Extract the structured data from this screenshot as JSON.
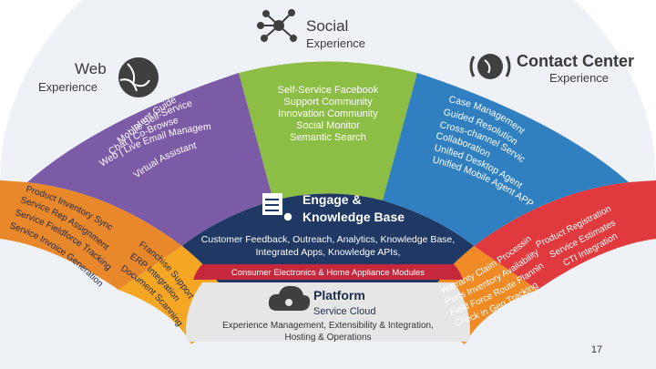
{
  "social": {
    "title": "Social",
    "subtitle": "Experience"
  },
  "web": {
    "title": "Web",
    "subtitle": "Experience"
  },
  "contact_center": {
    "title": "Contact Center",
    "subtitle": "Experience"
  },
  "web_items": [
    "Intent Guide",
    "Mobile Self-Service",
    "Chat | Co-Browse",
    "Web | Live Email Management",
    "Virtual Assistant"
  ],
  "social_items": [
    "Self-Service Facebook",
    "Support Community",
    "Innovation Community",
    "Social Monitor",
    "Semantic Search"
  ],
  "contact_items": [
    "Case Management",
    "Guided Resolution",
    "Cross-channel Service",
    "Collaboration",
    "Unified Desktop Agent",
    "Unified Mobile Agent APP"
  ],
  "left_lower_items": [
    "Product Inventory Sync",
    "Service Rep Assignment",
    "Service Fieldforce Tracking",
    "Service Invoice Generation"
  ],
  "left_mid_items": [
    "Franchise Support",
    "ERP Integration",
    "Document Scanning"
  ],
  "right_lower_items": [
    "Product Registration",
    "Service Estimates",
    "CTI Integration"
  ],
  "right_mid_items": [
    "Warranty Claim Processing",
    "Parts Inventory Availability",
    "Field Force Route Planning",
    "Check in Geo Tracking"
  ],
  "engage": {
    "title_line1": "Engage &",
    "title_line2": "Knowledge Base",
    "desc_line1": "Customer Feedback, Outreach, Analytics, Knowledge Base,",
    "desc_line2": "Integrated Apps, Knowledge APIs,"
  },
  "band_label": "Consumer Electronics & Home Appliance Modules",
  "platform": {
    "title": "Platform",
    "subtitle": "Service Cloud",
    "desc_line1": "Experience Management, Extensibility & Integration,",
    "desc_line2": "Hosting & Operations"
  },
  "page_number": "17",
  "colors": {
    "web_purple": "#7b5aa6",
    "social_green": "#8cbd45",
    "contact_blue": "#2f7fc1",
    "left_lower_orange": "#e8882b",
    "left_mid_orange": "#f5a623",
    "right_lower_red": "#e03a3e",
    "right_mid_orange": "#f08a24",
    "engage_navy": "#1f3864",
    "band_red": "#c5283d",
    "platform_gray": "#e6e6e6",
    "icon_gray": "#3f3f3f"
  }
}
